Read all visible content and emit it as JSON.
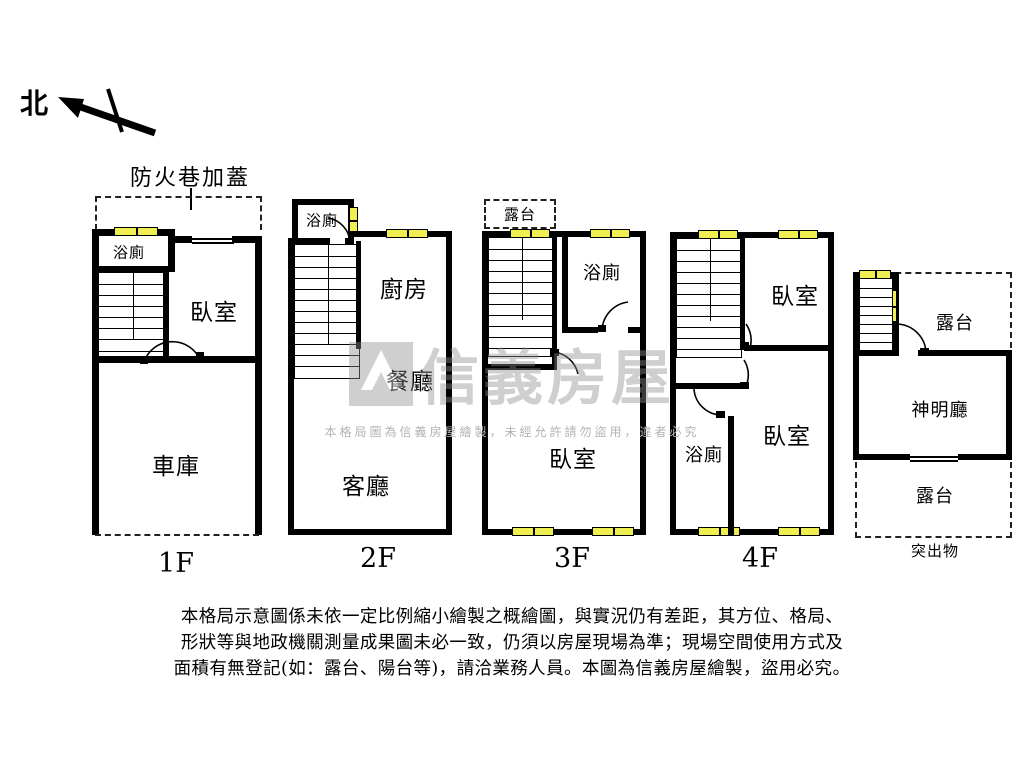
{
  "compass": {
    "label": "北",
    "icon": "north-arrow-icon"
  },
  "annotations": {
    "fire_lane": "防火巷加蓋",
    "protrusion": "突出物"
  },
  "floors": [
    {
      "id": "1F",
      "label": "1F",
      "rooms": [
        {
          "name": "浴廁",
          "type": "bathroom"
        },
        {
          "name": "臥室",
          "type": "bedroom"
        },
        {
          "name": "車庫",
          "type": "garage"
        }
      ]
    },
    {
      "id": "2F",
      "label": "2F",
      "rooms": [
        {
          "name": "浴廁",
          "type": "bathroom"
        },
        {
          "name": "廚房",
          "type": "kitchen"
        },
        {
          "name": "餐廳",
          "type": "dining"
        },
        {
          "name": "客廳",
          "type": "living"
        }
      ]
    },
    {
      "id": "3F",
      "label": "3F",
      "rooms": [
        {
          "name": "露台",
          "type": "terrace"
        },
        {
          "name": "浴廁",
          "type": "bathroom"
        },
        {
          "name": "臥室",
          "type": "bedroom"
        }
      ]
    },
    {
      "id": "4F",
      "label": "4F",
      "rooms": [
        {
          "name": "臥室",
          "type": "bedroom"
        },
        {
          "name": "浴廁",
          "type": "bathroom"
        },
        {
          "name": "臥室",
          "type": "bedroom"
        }
      ]
    },
    {
      "id": "RF",
      "label": "突出物",
      "rooms": [
        {
          "name": "露台",
          "type": "terrace"
        },
        {
          "name": "神明廳",
          "type": "shrine"
        },
        {
          "name": "露台",
          "type": "terrace"
        }
      ]
    }
  ],
  "watermark": {
    "brand": "信義房屋",
    "logo": "shinyi-logo-icon",
    "subtitle": "本格局圖為信義房屋繪製，未經允許請勿盜用，違者必究"
  },
  "disclaimer": {
    "line1": "本格局示意圖係未依一定比例縮小繪製之概繪圖，與實況仍有差距，其方位、格局、",
    "line2": "形狀等與地政機關測量成果圖未必一致，仍須以房屋現場為準；現場空間使用方式及",
    "line3": "面積有無登記(如：露台、陽台等)，請洽業務人員。本圖為信義房屋繪製，盜用必究。"
  },
  "colors": {
    "wall": "#000000",
    "window": "#efef52",
    "dashed": "#222222",
    "watermark": "#8e8e8e",
    "background": "#ffffff"
  }
}
